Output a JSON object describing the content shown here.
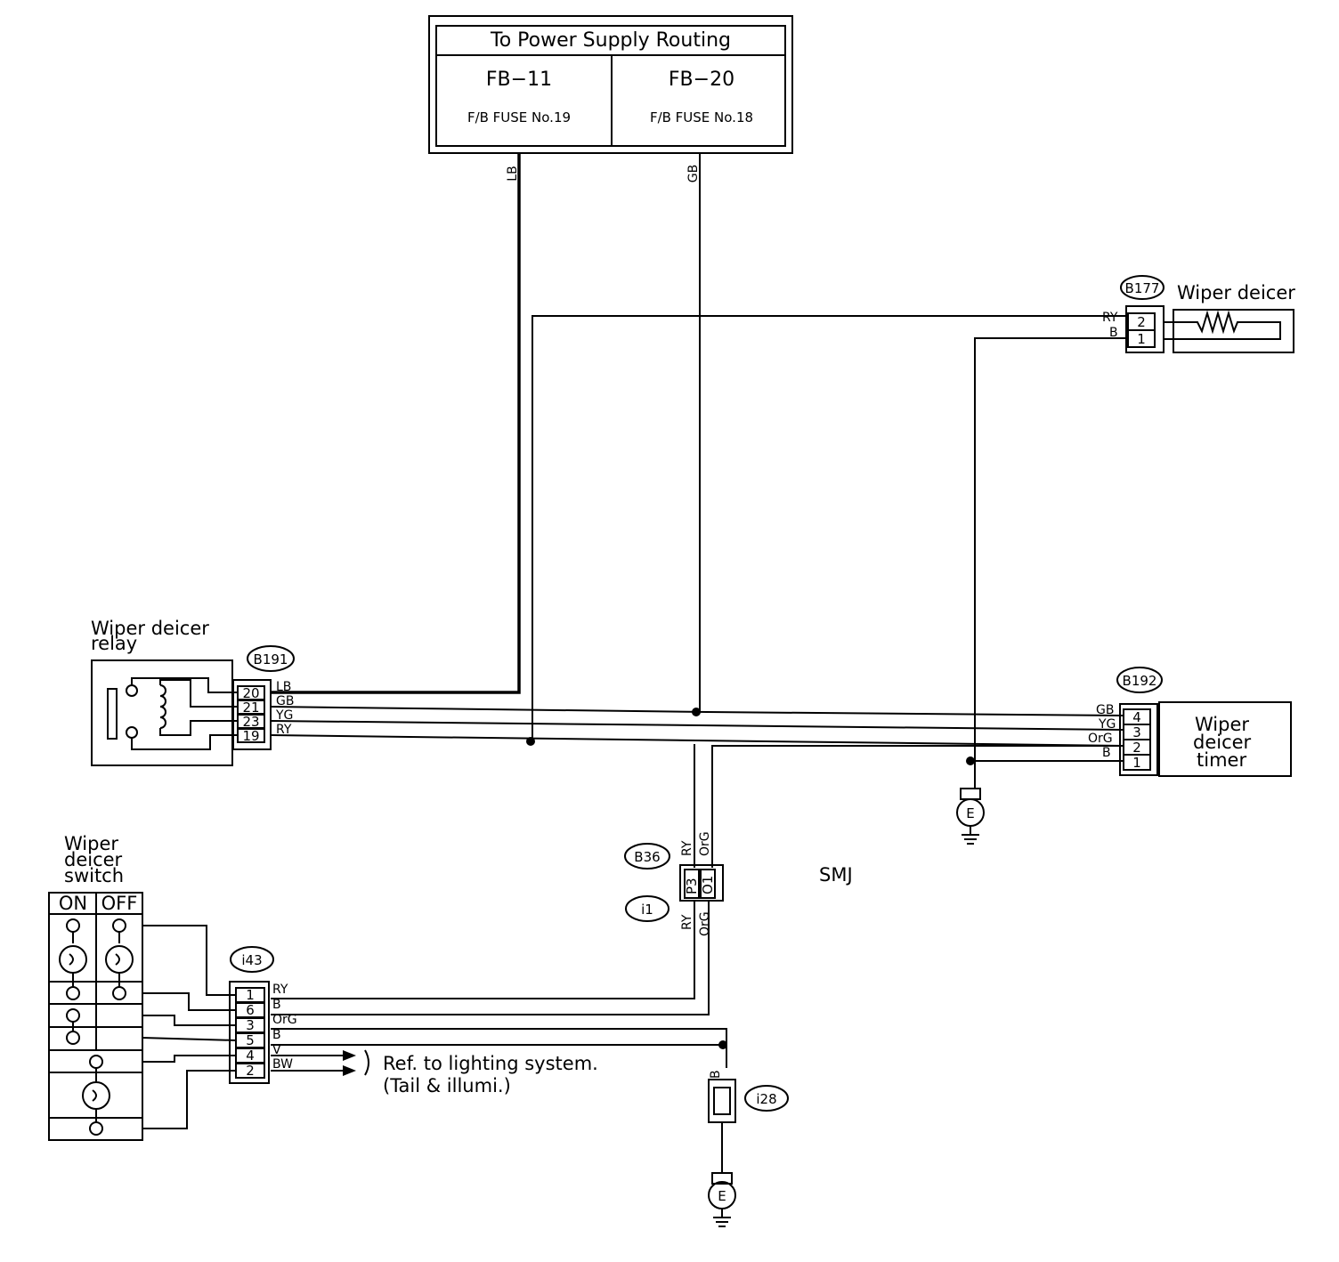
{
  "power_box": {
    "title": "To Power Supply Routing",
    "left_fuse": "FB−11",
    "left_sub": "F/B FUSE No.19",
    "right_fuse": "FB−20",
    "right_sub": "F/B FUSE No.18",
    "left_wire": "LB",
    "right_wire": "GB"
  },
  "relay": {
    "label_line1": "Wiper deicer",
    "label_line2": "relay",
    "connector": "B191",
    "pins": [
      "20",
      "21",
      "23",
      "19"
    ],
    "wires": [
      "LB",
      "GB",
      "YG",
      "RY"
    ]
  },
  "deicer": {
    "label": "Wiper deicer",
    "connector": "B177",
    "pins": [
      "2",
      "1"
    ],
    "wires": [
      "RY",
      "B"
    ]
  },
  "timer": {
    "label_line1": "Wiper",
    "label_line2": "deicer",
    "label_line3": "timer",
    "connector": "B192",
    "pins": [
      "4",
      "3",
      "2",
      "1"
    ],
    "wires": [
      "GB",
      "YG",
      "OrG",
      "B"
    ]
  },
  "ground": {
    "label": "E"
  },
  "smj": {
    "label": "SMJ",
    "connector_top": "B36",
    "connector_bottom": "i1",
    "pins": [
      "P3",
      "O1"
    ],
    "wires_top": [
      "RY",
      "OrG"
    ],
    "wires_bottom": [
      "RY",
      "OrG"
    ]
  },
  "switch": {
    "label_line1": "Wiper",
    "label_line2": "deicer",
    "label_line3": "switch",
    "on": "ON",
    "off": "OFF",
    "connector": "i43",
    "pins": [
      "1",
      "6",
      "3",
      "5",
      "4",
      "2"
    ],
    "wires": [
      "RY",
      "B",
      "OrG",
      "B",
      "V",
      "BW"
    ]
  },
  "ref": {
    "line1": "Ref. to lighting system.",
    "line2": "(Tail & illumi.)"
  },
  "ground_conn": {
    "connector": "i28",
    "wire": "B"
  }
}
